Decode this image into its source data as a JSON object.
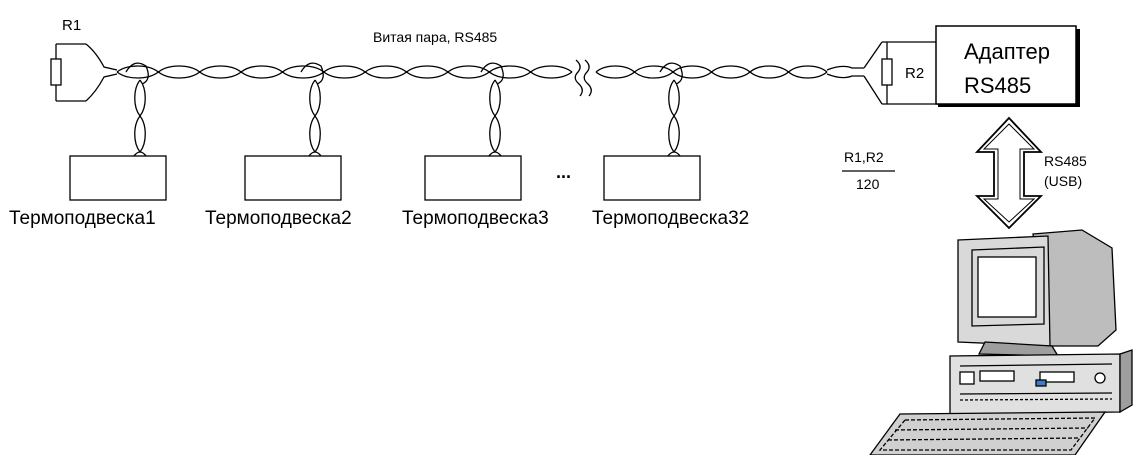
{
  "resistor_r1": "R1",
  "resistor_r2": "R2",
  "cable_label": "Витая пара,  RS485",
  "adapter_line1": "Адаптер",
  "adapter_line2": "RS485",
  "resistor_value_top": "R1,R2",
  "resistor_value_bottom": "120",
  "interface_line1": "RS485",
  "interface_line2": "(USB)",
  "ellipsis": "...",
  "devices": [
    "Термоподвеска1",
    "Термоподвеска2",
    "Термоподвеска3",
    "Термоподвеска32"
  ],
  "icons": {
    "computer": "desktop-computer-icon",
    "arrow": "double-arrow-icon",
    "break": "cable-break-icon"
  }
}
